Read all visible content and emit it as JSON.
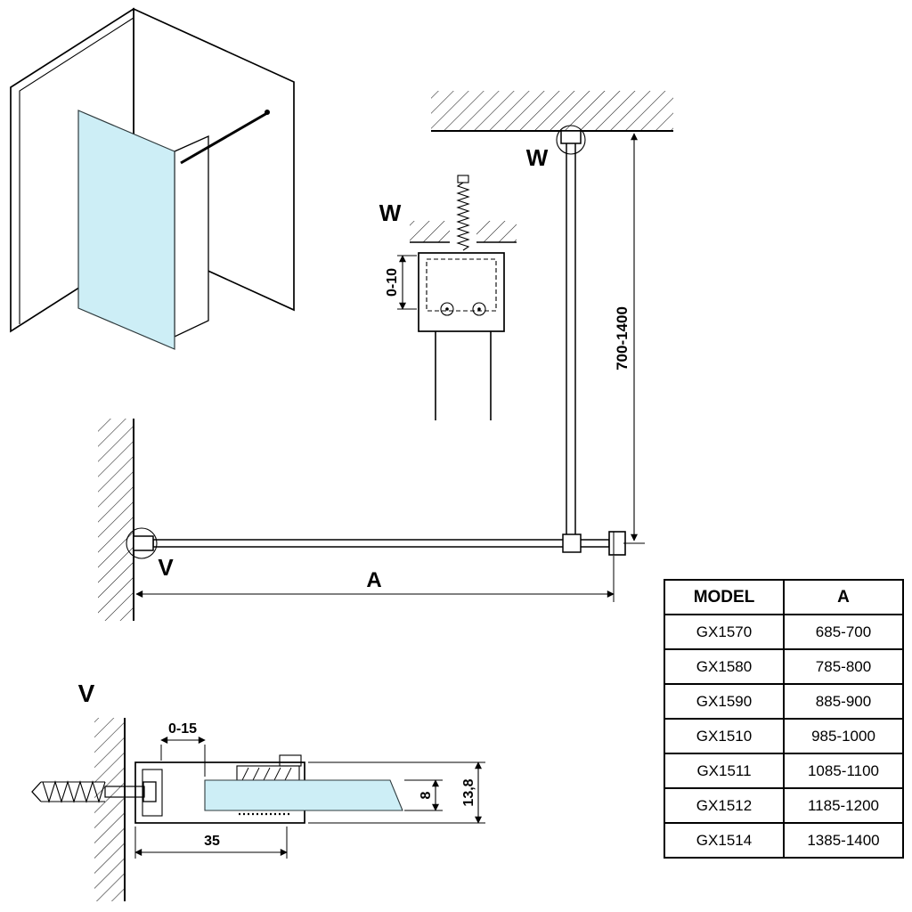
{
  "diagram": {
    "glass_color": "#cdeef6",
    "labels": {
      "bar_ceiling_detail": "W",
      "section_w": "W",
      "wall_detail": "V",
      "section_v": "V"
    },
    "dims": {
      "bar_height_range": "700-1400",
      "bracket_adjust_range": "0-10",
      "panel_width": "A",
      "profile_adjust_range": "0-15",
      "profile_depth": "35",
      "glass_thickness": "8",
      "profile_height": "13,8"
    }
  },
  "table": {
    "headers": [
      "MODEL",
      "A"
    ],
    "rows": [
      [
        "GX1570",
        "685-700"
      ],
      [
        "GX1580",
        "785-800"
      ],
      [
        "GX1590",
        "885-900"
      ],
      [
        "GX1510",
        "985-1000"
      ],
      [
        "GX1511",
        "1085-1100"
      ],
      [
        "GX1512",
        "1185-1200"
      ],
      [
        "GX1514",
        "1385-1400"
      ]
    ]
  }
}
